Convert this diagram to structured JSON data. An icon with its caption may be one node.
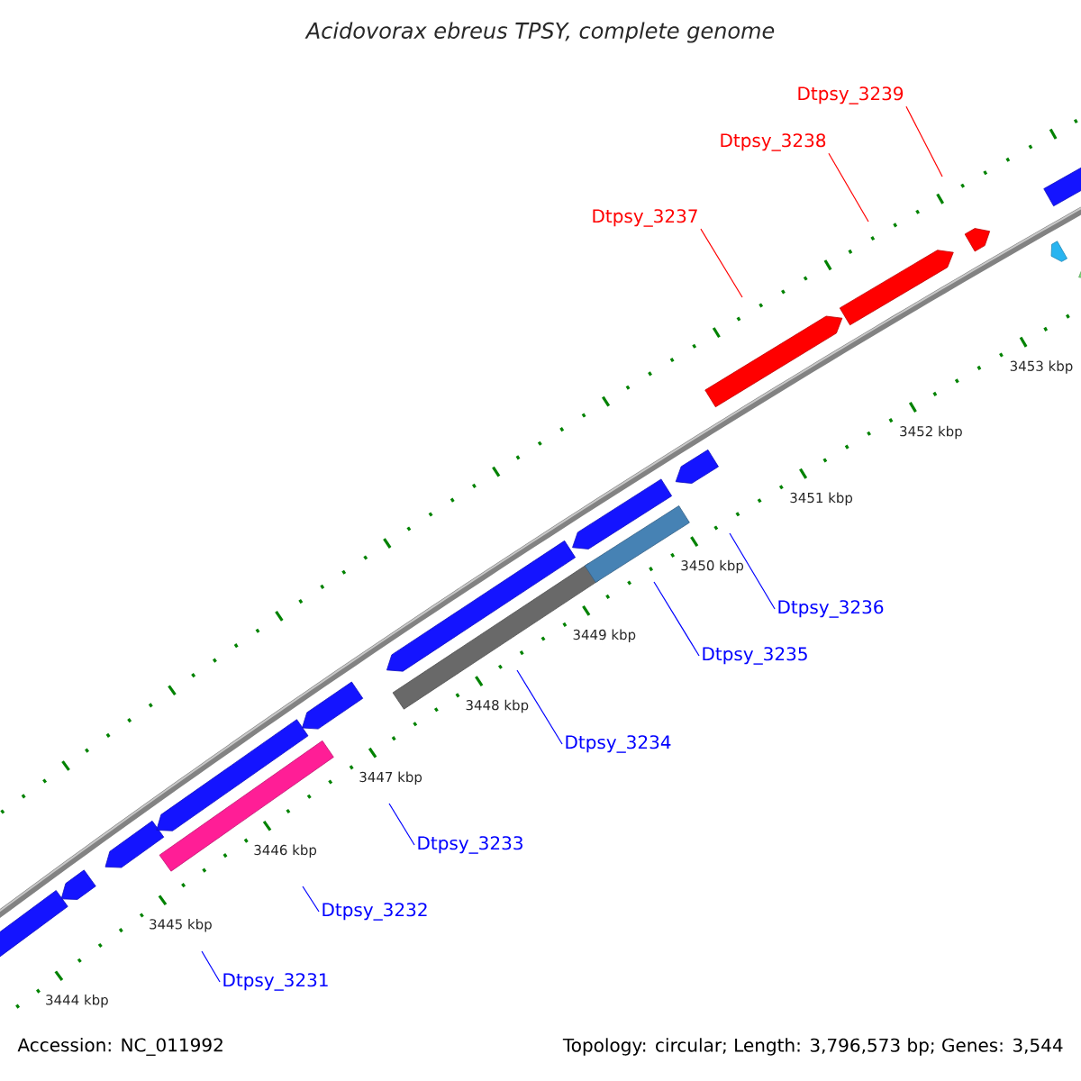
{
  "diagram": {
    "title": "Acidovorax ebreus TPSY, complete genome",
    "nodes": [
      {
        "text": [
          "Dtpsy_3239"
        ]
      },
      {
        "text": [
          "Dtpsy_3238"
        ]
      },
      {
        "text": [
          "Dtpsy_3237"
        ]
      },
      {
        "text": [
          "Dtpsy_3236"
        ]
      },
      {
        "text": [
          "Dtpsy_3235"
        ]
      },
      {
        "text": [
          "Dtpsy_3234"
        ]
      },
      {
        "text": [
          "Dtpsy_3233"
        ]
      },
      {
        "text": [
          "Dtpsy_3232"
        ]
      },
      {
        "text": [
          "Dtpsy_3231"
        ]
      }
    ],
    "edges": [
      {
        "from": 0,
        "to": null,
        "arrow": "none",
        "color": "#ff0000"
      },
      {
        "from": 1,
        "to": null,
        "arrow": "none",
        "color": "#ff0000"
      },
      {
        "from": 2,
        "to": null,
        "arrow": "none",
        "color": "#ff0000"
      },
      {
        "from": 3,
        "to": null,
        "arrow": "none"
      },
      {
        "from": 4,
        "to": null,
        "arrow": "none"
      },
      {
        "from": 5,
        "to": null,
        "arrow": "none"
      },
      {
        "from": 6,
        "to": null,
        "arrow": "none"
      },
      {
        "from": 7,
        "to": null,
        "arrow": "none"
      },
      {
        "from": 8,
        "to": null,
        "arrow": "none"
      }
    ],
    "labels": [
      "3453 kbp",
      "3452 kbp",
      "3451 kbp",
      "3450 kbp",
      "3449 kbp",
      "3448 kbp",
      "3447 kbp",
      "3446 kbp",
      "3445 kbp",
      "3444 kbp",
      "Accession: NC_011992",
      "Topology: circular; Length: 3,796,573 bp; Genes: 3,544"
    ]
  }
}
